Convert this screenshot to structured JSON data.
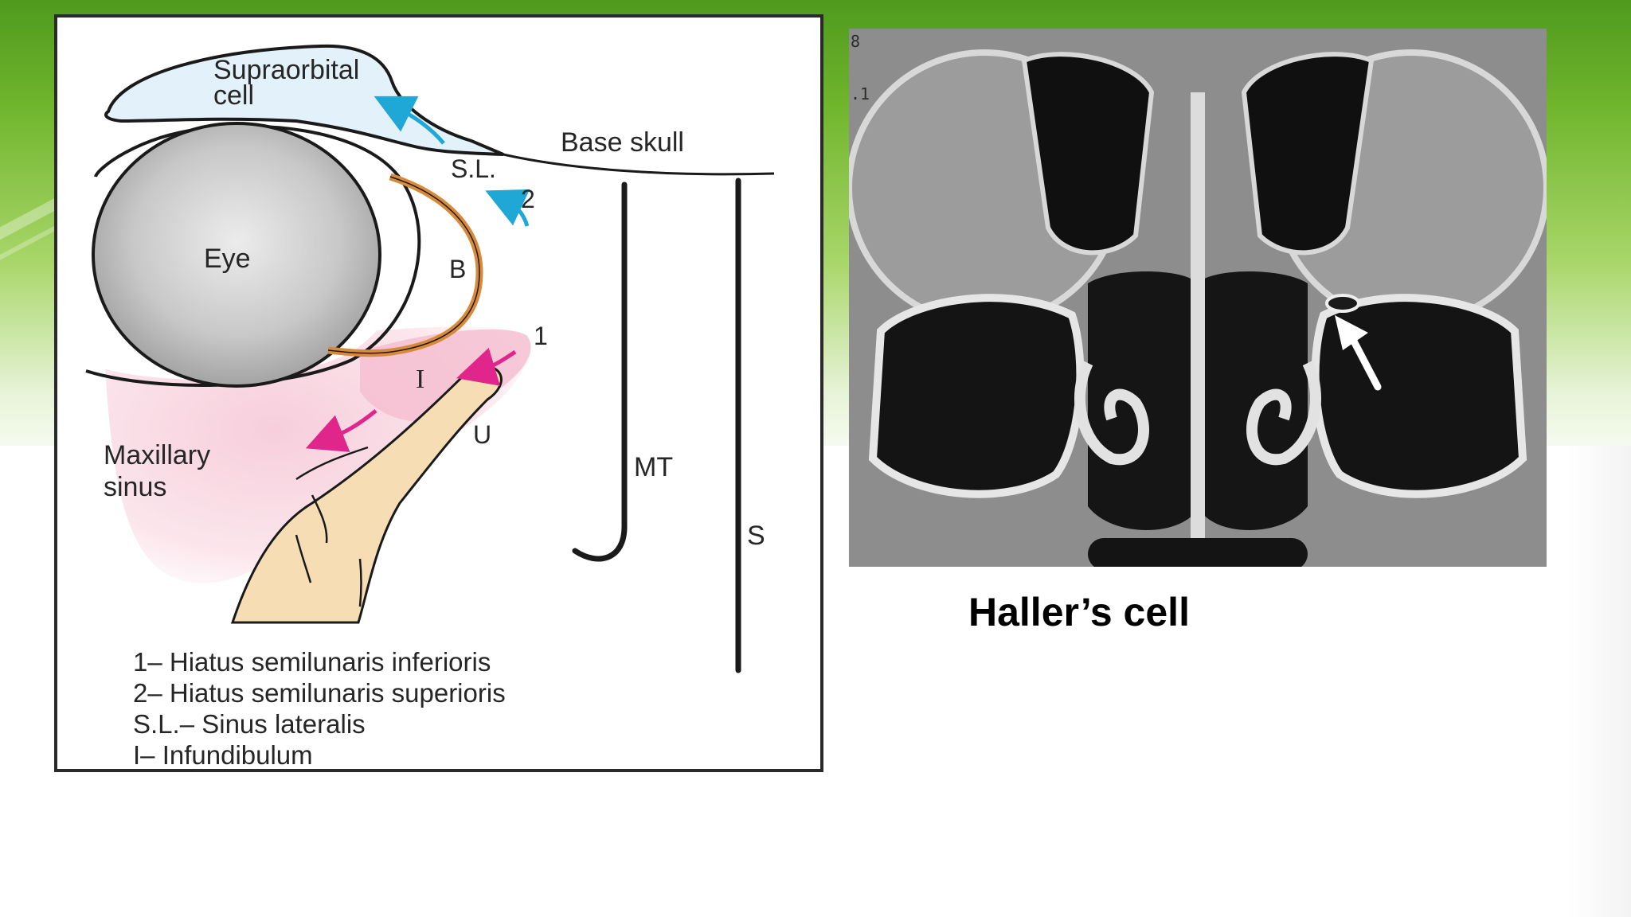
{
  "diagram": {
    "labels": {
      "supraorbital_cell": "Supraorbital\ncell",
      "base_skull": "Base skull",
      "sl": "S.L.",
      "two": "2",
      "eye": "Eye",
      "b": "B",
      "one": "1",
      "i": "I",
      "u": "U",
      "maxillary_sinus": "Maxillary\nsinus",
      "mt": "MT",
      "s": "S"
    },
    "legend": [
      "1– Hiatus semilunaris inferioris",
      "2– Hiatus semilunaris superioris",
      "S.L.– Sinus lateralis",
      "I– Infundibulum"
    ],
    "colors": {
      "frame": "#2a2a2a",
      "supraorbital_fill": "#e3f1fa",
      "bulla_stroke": "#d88a3a",
      "infundibulum_fill": "#f7d3df",
      "uncinate_fill": "#f6ddb3",
      "cyan_arrow": "#1fa7d6",
      "magenta_arrow": "#e0268a"
    }
  },
  "ct_image": {
    "markers": [
      "8",
      ".1"
    ],
    "arrow_color": "#ffffff"
  },
  "caption": "Haller’s cell",
  "theme": {
    "header_green": "#4f9a1e"
  }
}
